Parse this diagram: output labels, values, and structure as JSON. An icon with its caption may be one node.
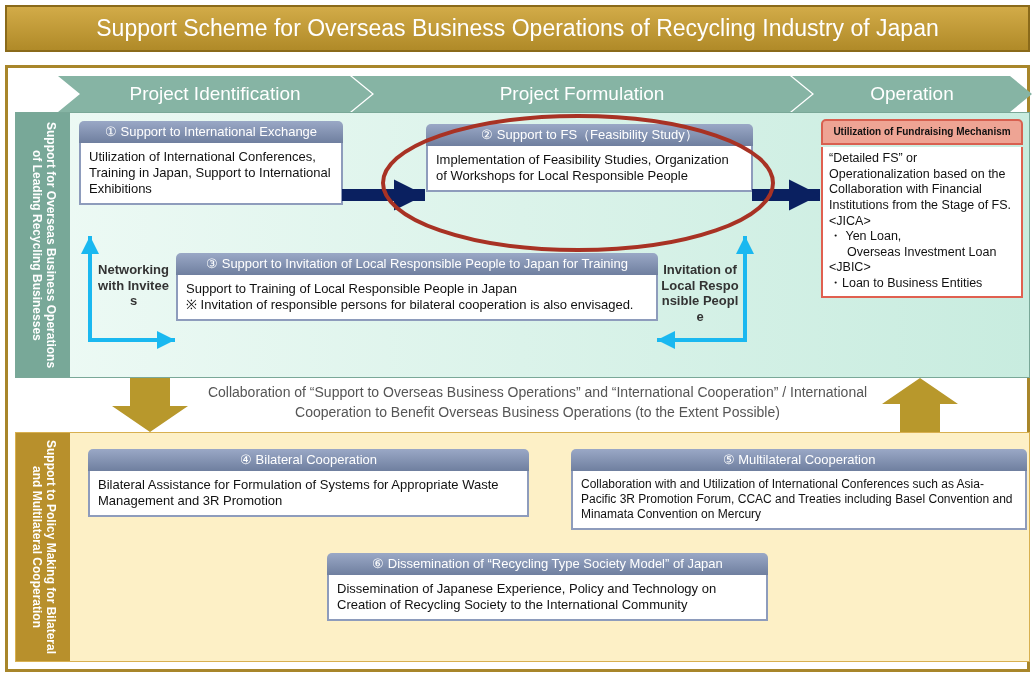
{
  "diagram": {
    "title": "Support Scheme for Overseas Business Operations of Recycling Industry of Japan",
    "nodes": [
      {
        "text": [
          "Support for Overseas Business Operations of Leading Recycling Businesses"
        ]
      },
      {
        "text": [
          "Project Identification"
        ]
      },
      {
        "text": [
          "Project Formulation"
        ]
      },
      {
        "text": [
          "Operation"
        ]
      },
      {
        "text": [
          "① Support to International Exchange",
          "Utilization of International Conferences, Training in Japan, Support to International Exhibitions"
        ],
        "in": 0
      },
      {
        "text": [
          "② Support to FS（Feasibility Study）",
          "Implementation of Feasibility Studies, Organization of Workshops for Local Responsible People"
        ],
        "in": 0
      },
      {
        "text": [
          "③ Support to Invitation of Local Responsible People to Japan for Training",
          "Support to Training of Local Responsible People in Japan",
          "※ Invitation of responsible persons for bilateral cooperation is also envisaged."
        ],
        "in": 0
      },
      {
        "text": [
          "Utilization of Fundraising Mechanism",
          "“Detailed FS” or Operationalization based on the Collaboration with Financial Institutions from the Stage of FS.",
          "<JICA>",
          "・ Yen Loan,",
          "Overseas Investment Loan",
          "<JBIC>",
          "・Loan to Business Entities"
        ],
        "in": 0
      },
      {
        "text": [
          "Support to Policy Making for Bilateral and Multilateral Cooperation"
        ]
      },
      {
        "text": [
          "④ Bilateral Cooperation",
          "Bilateral Assistance for Formulation of Systems for Appropriate Waste Management and 3R Promotion"
        ],
        "in": 8
      },
      {
        "text": [
          "⑤ Multilateral Cooperation",
          "Collaboration with and Utilization of International Conferences such as Asia-Pacific 3R Promotion Forum, CCAC and Treaties including Basel Convention and Minamata Convention on Mercury"
        ],
        "in": 8
      },
      {
        "text": [
          "⑥ Dissemination of “Recycling Type Society Model” of Japan",
          "Dissemination of Japanese Experience, Policy and Technology on Creation of Recycling Society to the International Community"
        ],
        "in": 8
      }
    ],
    "edges": [
      {
        "from": 4,
        "to": 5,
        "arrow": "to",
        "style": "thick",
        "color": "#0a2060"
      },
      {
        "from": 5,
        "to": 7,
        "arrow": "to",
        "style": "thick",
        "color": "#0a2060"
      },
      {
        "from": 4,
        "to": 6,
        "arrow": "both",
        "label": "Networking with Invitees",
        "color": "#1ab8f0"
      },
      {
        "from": 5,
        "to": 6,
        "arrow": "both",
        "label": "Invitation of Local Responsible People",
        "color": "#1ab8f0"
      },
      {
        "from": 0,
        "to": 8,
        "arrow": "to",
        "style": "thick",
        "color": "#b8982c"
      },
      {
        "from": 8,
        "to": 0,
        "arrow": "to",
        "style": "thick",
        "color": "#b8982c"
      }
    ],
    "labels": [
      "Collaboration of “Support to Overseas Business Operations” and “International Cooperation” / International Cooperation to Benefit Overseas Business Operations (to the Extent Possible)"
    ]
  }
}
